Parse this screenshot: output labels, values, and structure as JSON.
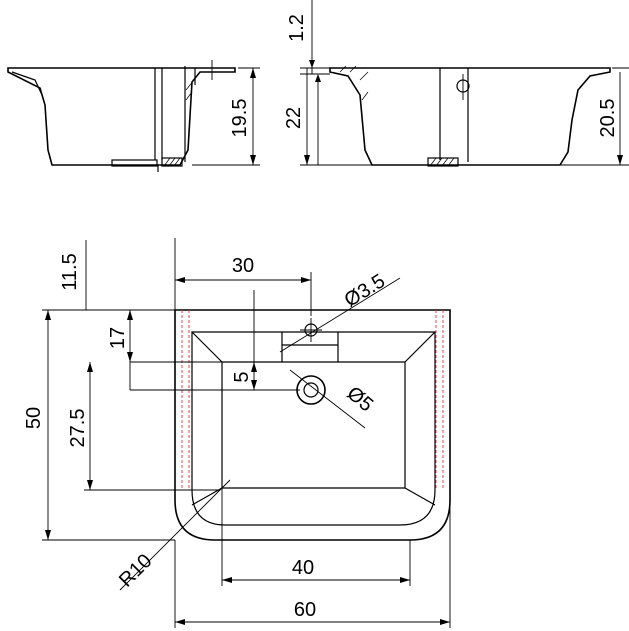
{
  "drawing": {
    "side_view_left": {
      "height_label": "19.5"
    },
    "side_view_right": {
      "rim_label": "1.2",
      "height_label": "22",
      "outer_height_label": "20.5"
    },
    "top_view": {
      "offset_top_label": "11.5",
      "tap_hole_x_label": "30",
      "tap_hole_dia_label": "Ø3.5",
      "depth_17_label": "17",
      "depth_5_label": "5",
      "overflow_dia_label": "Ø5",
      "total_depth_label": "50",
      "basin_depth_label": "27.5",
      "radius_label": "R10",
      "inner_width_label": "40",
      "total_width_label": "60"
    }
  }
}
